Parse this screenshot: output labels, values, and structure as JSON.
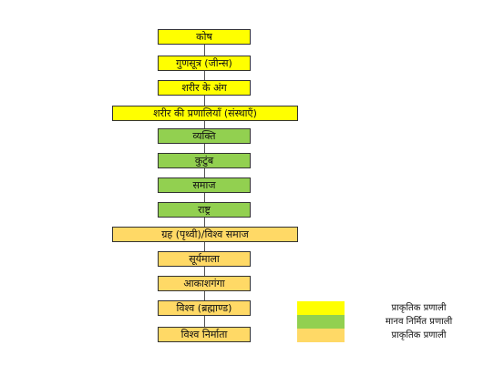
{
  "colors": {
    "natural": "#ffff00",
    "human_made": "#92d050",
    "cosmic": "#ffd966",
    "border": "#333333",
    "connector": "#555555"
  },
  "hierarchy": [
    {
      "label": "कोष",
      "category": "natural"
    },
    {
      "label": "गुणसूत्र (जीन्स)",
      "category": "natural"
    },
    {
      "label": "शरीर के अंग",
      "category": "natural"
    },
    {
      "label": "शरीर की प्रणालियाँ (संस्थाएँ)",
      "category": "natural"
    },
    {
      "label": "व्यक्ति",
      "category": "human_made"
    },
    {
      "label": "कुटुंब",
      "category": "human_made"
    },
    {
      "label": "समाज",
      "category": "human_made"
    },
    {
      "label": "राष्ट्र",
      "category": "human_made"
    },
    {
      "label": "ग्रह (पृथ्वी)/विश्व समाज",
      "category": "cosmic"
    },
    {
      "label": "सूर्यमाला",
      "category": "cosmic"
    },
    {
      "label": "आकाशगंगा",
      "category": "cosmic"
    },
    {
      "label": "विश्व (ब्रह्माण्ड)",
      "category": "cosmic"
    },
    {
      "label": "विश्व निर्माता",
      "category": "cosmic"
    }
  ],
  "legend": [
    {
      "label": "प्राकृतिक प्रणाली",
      "category": "natural"
    },
    {
      "label": "मानव निर्मित प्रणाली",
      "category": "human_made"
    },
    {
      "label": "प्राकृतिक प्रणाली",
      "category": "cosmic"
    }
  ]
}
